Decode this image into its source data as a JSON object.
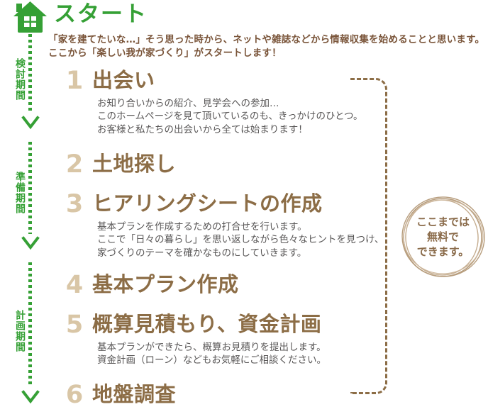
{
  "header": {
    "title": "スタート"
  },
  "intro": {
    "line1": "「家を建てたいな…」そう思った時から、ネットや雑誌などから情報収集を始めることと思います。",
    "line2": "ここから「楽しい我が家づくり」がスタートします！"
  },
  "timeline": {
    "phases": [
      {
        "label": "検討期間"
      },
      {
        "label": "準備期間"
      },
      {
        "label": "計画期間"
      }
    ]
  },
  "steps": [
    {
      "number": "1",
      "title": "出会い",
      "description": [
        "お知り合いからの紹介、見学会への参加…",
        "このホームページを見て頂いているのも、きっかけのひとつ。",
        "お客様と私たちの出会いから全ては始まります！"
      ]
    },
    {
      "number": "2",
      "title": "土地探し",
      "description": []
    },
    {
      "number": "3",
      "title": "ヒアリングシートの作成",
      "description": [
        "基本プランを作成するための打合せを行います。",
        "ここで「日々の暮らし」を思い返しながら色々なヒントを見つけ、",
        "家づくりのテーマを確かなものにしていきます。"
      ]
    },
    {
      "number": "4",
      "title": "基本プラン作成",
      "description": []
    },
    {
      "number": "5",
      "title": "概算見積もり、資金計画",
      "description": [
        "基本プランができたら、概算お見積りを提出します。",
        "資金計画（ローン）などもお気軽にご相談ください。"
      ]
    },
    {
      "number": "6",
      "title": "地盤調査",
      "description": []
    }
  ],
  "free_badge": {
    "lines": [
      "ここまでは",
      "無料で",
      "できます。"
    ]
  },
  "colors": {
    "green": "#35a035",
    "title_brown": "#8c6d46",
    "number_beige": "#d9c6a6",
    "description_gray": "#595757",
    "intro_brown": "#7a553a",
    "stamp_brown": "#b79d7d"
  }
}
